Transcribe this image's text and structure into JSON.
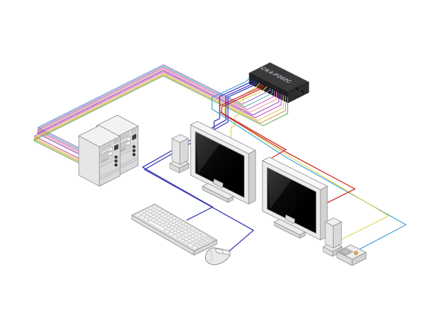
{
  "kvm": {
    "label": "CK4-P202C",
    "body_color": "#3a3a3d",
    "description": "kvm-switch"
  },
  "cables": {
    "blue": {
      "label": "keyboard-mouse-video-cable",
      "color": "#3a3ab8"
    },
    "red": {
      "label": "monitor-2-video-cable",
      "color": "#cc2a22"
    },
    "audio_yellow": {
      "label": "audio-cable",
      "color": "#ddd74f"
    },
    "cyan": {
      "label": "remote-switch-cable",
      "color": "#3b9fd8"
    },
    "pc_bundle": {
      "label": "pc-kvm-cable-bundle",
      "colors": [
        "#9a6fd4",
        "#4cb8a0",
        "#d855c8",
        "#f29a8a",
        "#8a46c0",
        "#c44fd0",
        "#d8c855",
        "#e09040",
        "#58b050"
      ]
    }
  },
  "components": [
    {
      "name": "kvm-switch",
      "label": "CK4-P202C"
    },
    {
      "name": "pc-tower-1"
    },
    {
      "name": "pc-tower-2"
    },
    {
      "name": "monitor-1"
    },
    {
      "name": "monitor-2"
    },
    {
      "name": "speaker-left"
    },
    {
      "name": "speaker-right"
    },
    {
      "name": "keyboard"
    },
    {
      "name": "mouse"
    },
    {
      "name": "remote-switch"
    }
  ]
}
